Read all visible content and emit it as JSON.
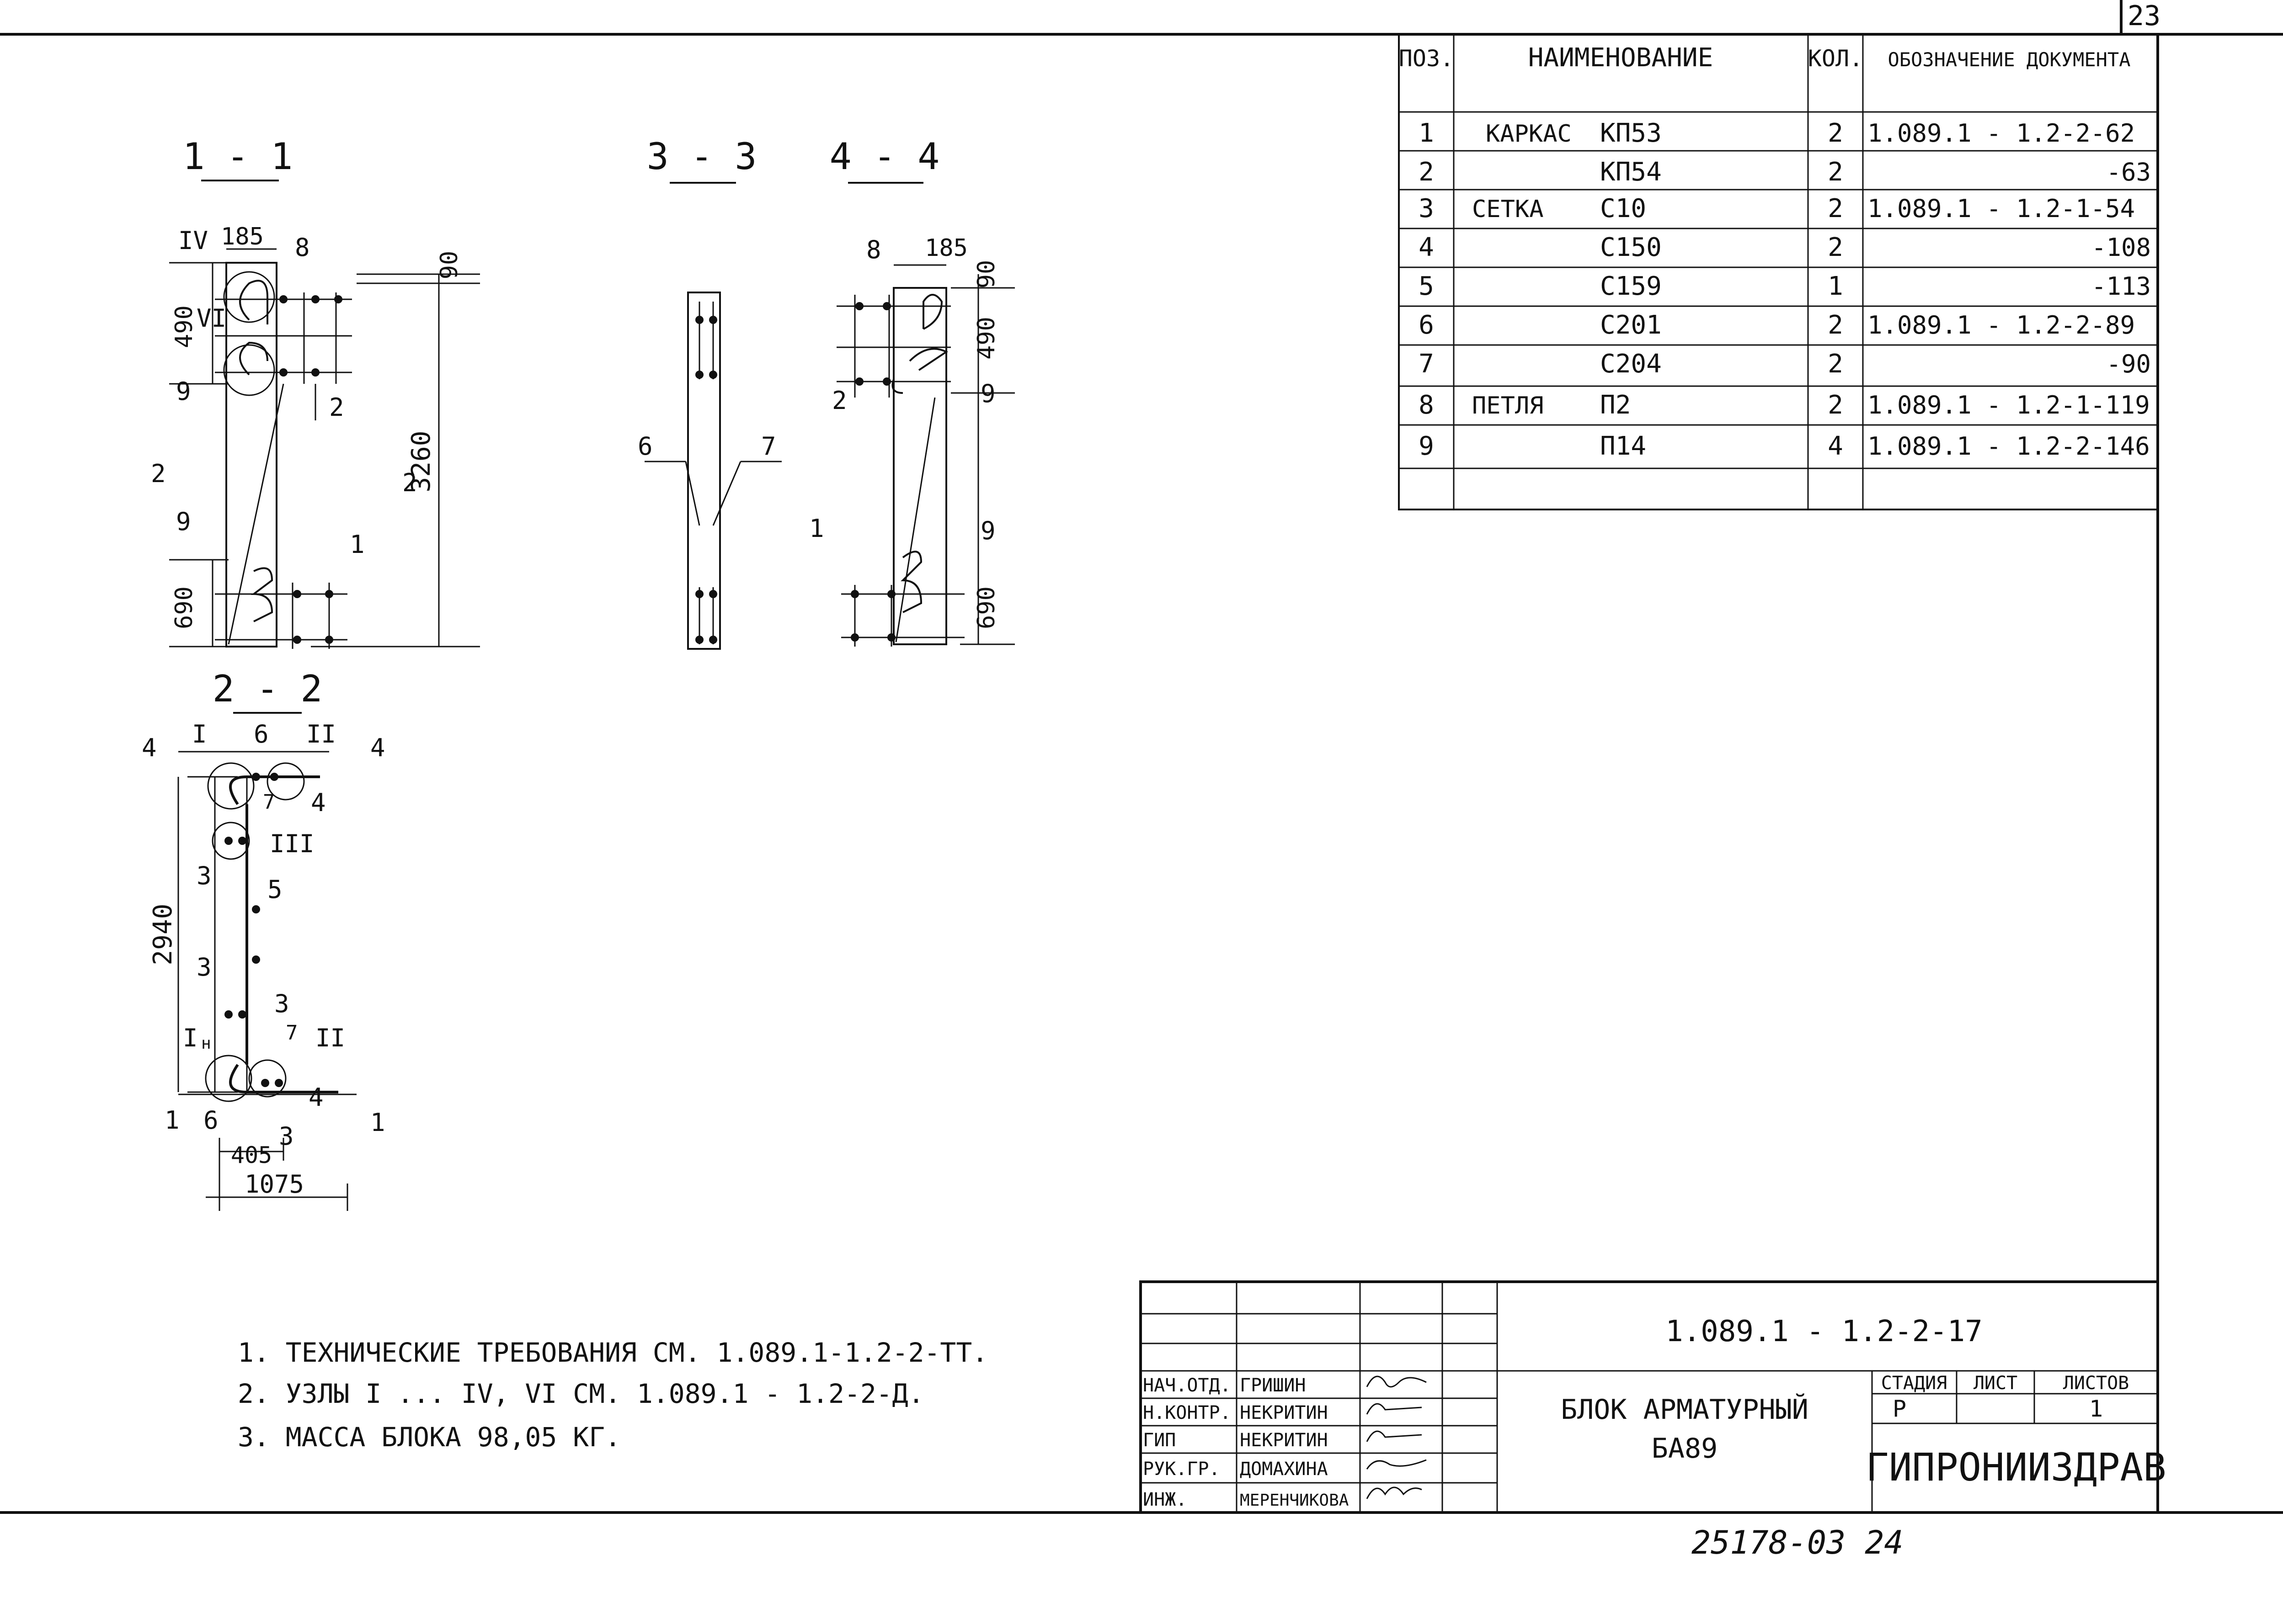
{
  "sheet_number": "23",
  "sections": {
    "s11": {
      "label": "1 - 1",
      "dims": [
        "185",
        "490",
        "690",
        "3260",
        "90"
      ],
      "marks": [
        "IV",
        "VI",
        "8",
        "9",
        "2",
        "1",
        "2",
        "2",
        "9"
      ]
    },
    "s33": {
      "label": "3 - 3",
      "marks": [
        "6",
        "7"
      ]
    },
    "s44": {
      "label": "4 - 4",
      "dims": [
        "185",
        "90",
        "490",
        "690"
      ],
      "marks": [
        "8",
        "2",
        "9",
        "1",
        "9"
      ]
    },
    "s22": {
      "label": "2 - 2",
      "dims": [
        "2940",
        "405",
        "1075"
      ],
      "marks": [
        "4",
        "I",
        "6",
        "II",
        "4",
        "4",
        "7",
        "III",
        "3",
        "5",
        "3",
        "3",
        "7",
        "II",
        "4",
        "I",
        "н",
        "1",
        "6",
        "3",
        "1"
      ]
    }
  },
  "spec_table": {
    "headers": [
      "ПОЗ.",
      "НАИМЕНОВАНИЕ",
      "КОЛ.",
      "ОБОЗНАЧЕНИЕ ДОКУМЕНТА"
    ],
    "rows": [
      {
        "pos": "1",
        "type": "КАРКАС",
        "mark": "КП53",
        "qty": "2",
        "doc": "1.089.1 - 1.2-2-62"
      },
      {
        "pos": "2",
        "type": "",
        "mark": "КП54",
        "qty": "2",
        "doc": "-63"
      },
      {
        "pos": "3",
        "type": "СЕТКА",
        "mark": "С10",
        "qty": "2",
        "doc": "1.089.1 - 1.2-1-54"
      },
      {
        "pos": "4",
        "type": "",
        "mark": "С150",
        "qty": "2",
        "doc": "-108"
      },
      {
        "pos": "5",
        "type": "",
        "mark": "С159",
        "qty": "1",
        "doc": "-113"
      },
      {
        "pos": "6",
        "type": "",
        "mark": "С201",
        "qty": "2",
        "doc": "1.089.1 - 1.2-2-89"
      },
      {
        "pos": "7",
        "type": "",
        "mark": "С204",
        "qty": "2",
        "doc": "-90"
      },
      {
        "pos": "8",
        "type": "ПЕТЛЯ",
        "mark": "П2",
        "qty": "2",
        "doc": "1.089.1 - 1.2-1-119"
      },
      {
        "pos": "9",
        "type": "",
        "mark": "П14",
        "qty": "4",
        "doc": "1.089.1 - 1.2-2-146"
      },
      {
        "pos": "",
        "type": "",
        "mark": "",
        "qty": "",
        "doc": ""
      }
    ]
  },
  "notes": [
    "1. ТЕХНИЧЕСКИЕ ТРЕБОВАНИЯ СМ. 1.089.1-1.2-2-ТТ.",
    "2. УЗЛЫ I ... IV, VI СМ. 1.089.1 - 1.2-2-Д.",
    "3. МАССА БЛОКА 98,05 КГ."
  ],
  "title_block": {
    "code": "1.089.1 - 1.2-2-17",
    "title_line1": "БЛОК АРМАТУРНЫЙ",
    "title_line2": "БА89",
    "stage_label": "СТАДИЯ",
    "sheet_label": "ЛИСТ",
    "sheets_label": "ЛИСТОВ",
    "stage": "Р",
    "sheet": "",
    "sheets": "1",
    "org": "ГИПРОНИИЗДРАВ",
    "signatures": [
      {
        "role": "НАЧ.ОТД.",
        "name": "ГРИШИН"
      },
      {
        "role": "Н.КОНТР.",
        "name": "НЕКРИТИН"
      },
      {
        "role": "ГИП",
        "name": "НЕКРИТИН"
      },
      {
        "role": "РУК.ГР.",
        "name": "ДОМАХИНА"
      },
      {
        "role": "ИНЖ.",
        "name": "МЕРЕНЧИКОВА"
      }
    ]
  },
  "footer_number": "25178-03   24"
}
